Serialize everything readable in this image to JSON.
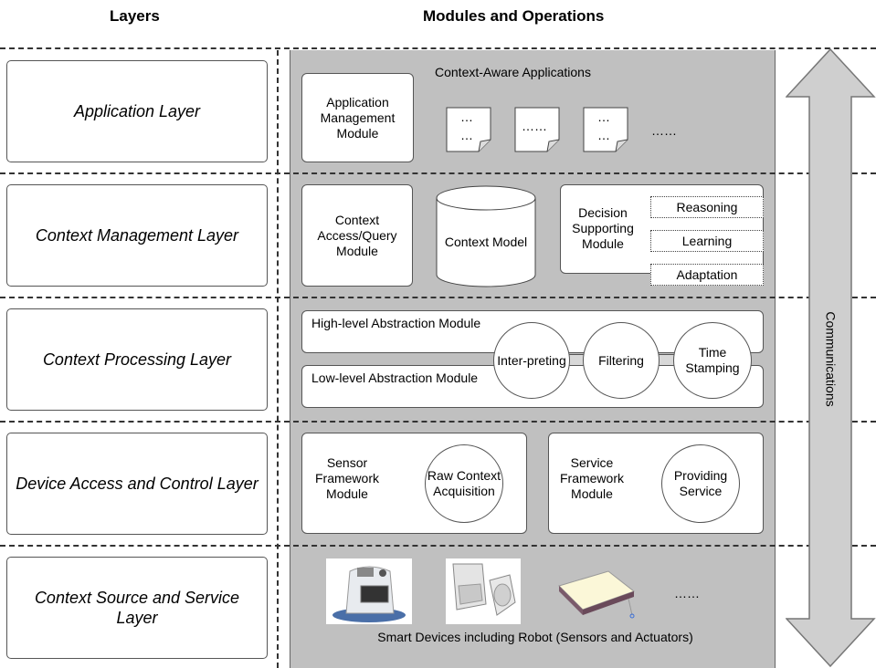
{
  "headers": {
    "layers": "Layers",
    "modules": "Modules and Operations"
  },
  "layers": [
    "Application Layer",
    "Context Management Layer",
    "Context Processing Layer",
    "Device Access and Control Layer",
    "Context Source and Service Layer"
  ],
  "application": {
    "title": "Context-Aware Applications",
    "module": "Application Management Module",
    "doc1_a": "…",
    "doc1_b": "…",
    "doc2": "……",
    "doc3_a": "…",
    "doc3_b": "…",
    "more": "……"
  },
  "management": {
    "access": "Context Access/Query Module",
    "model": "Context Model",
    "decision": "Decision Supporting Module",
    "reasoning": "Reasoning",
    "learning": "Learning",
    "adaptation": "Adaptation"
  },
  "processing": {
    "high": "High-level Abstraction Module",
    "low": "Low-level Abstraction Module",
    "interpreting": "Inter-preting",
    "filtering": "Filtering",
    "timestamping": "Time Stamping"
  },
  "device": {
    "sensor": "Sensor Framework Module",
    "raw": "Raw Context Acquisition",
    "service": "Service Framework Module",
    "providing": "Providing Service"
  },
  "source": {
    "more": "……",
    "caption": "Smart Devices including Robot (Sensors and Actuators)"
  },
  "communications": "Communications",
  "icons": [
    "robot-device-image",
    "motion-sensor-image",
    "modem-device-image",
    "double-arrow-icon"
  ]
}
